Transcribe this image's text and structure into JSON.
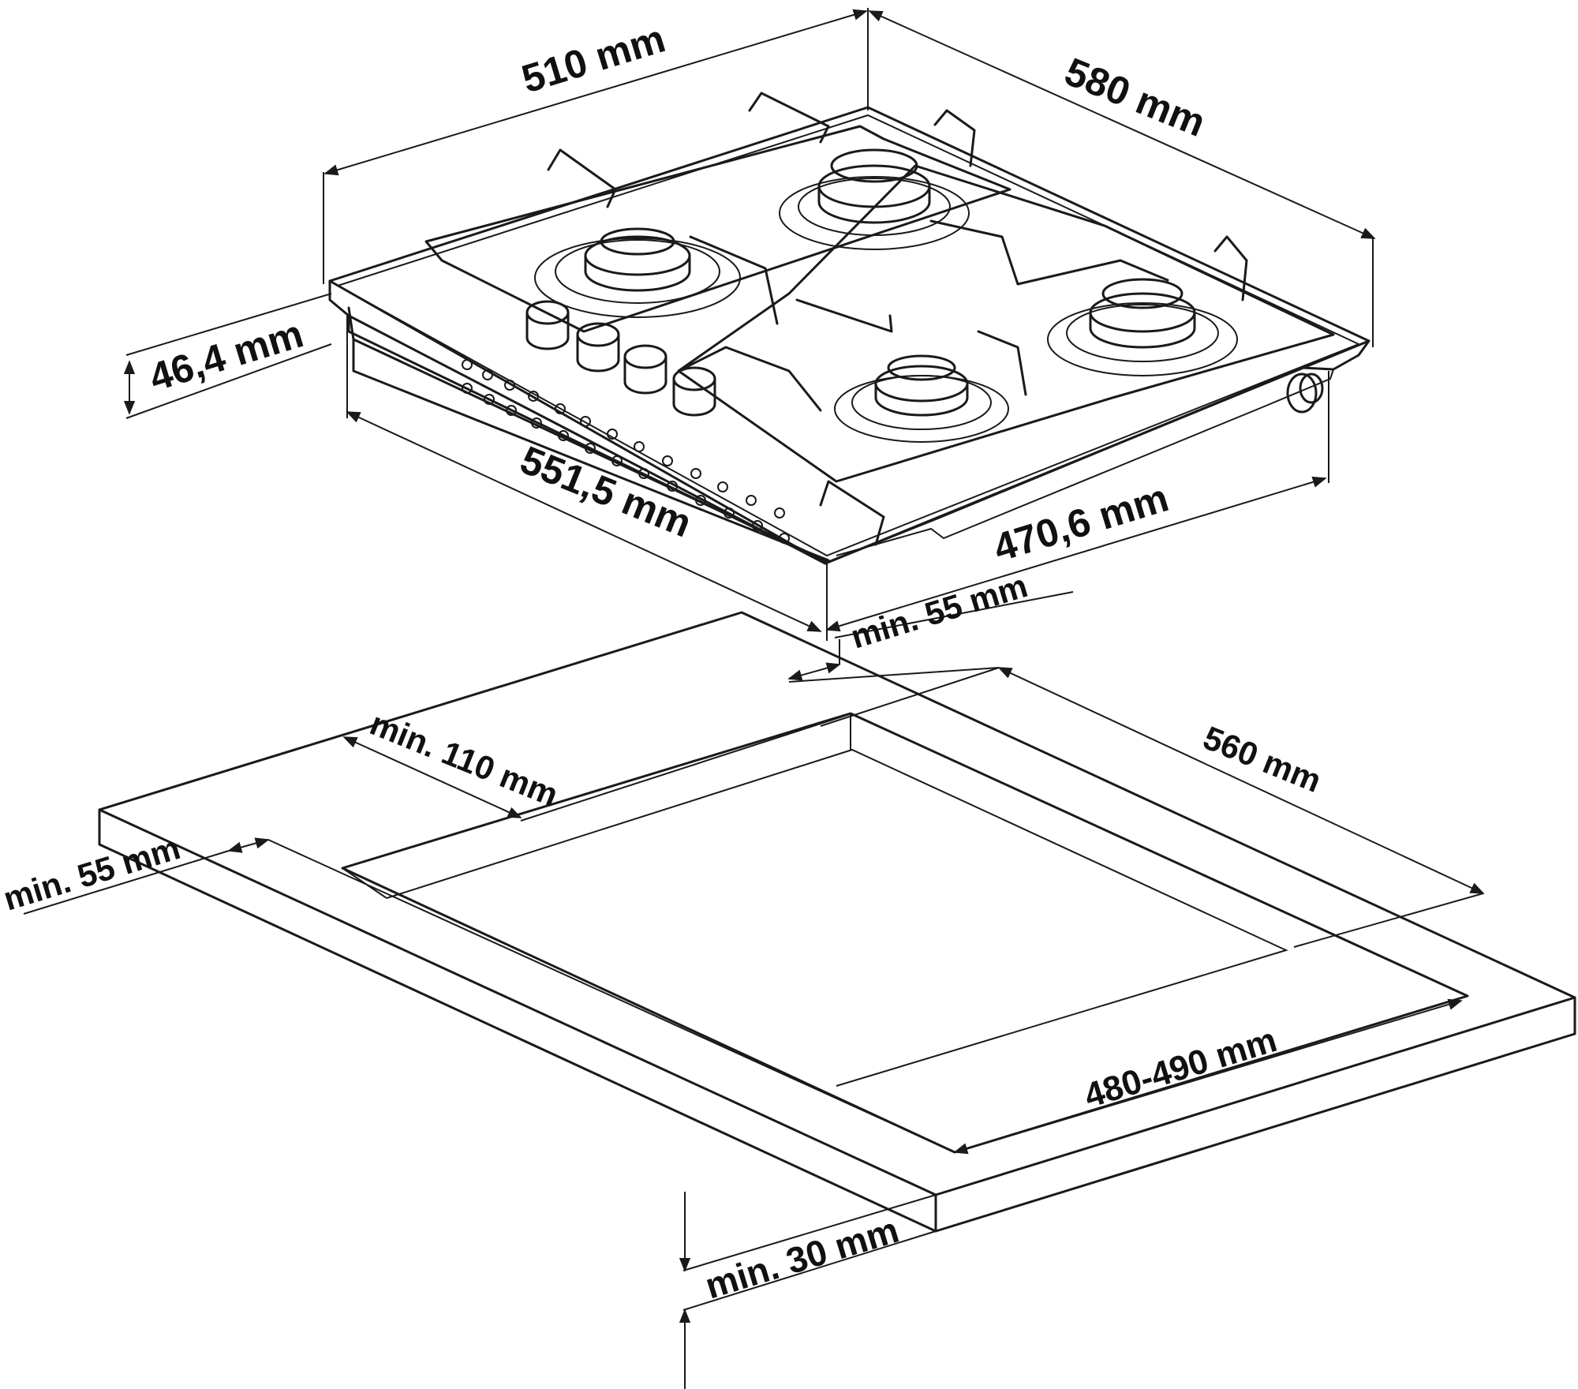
{
  "diagram": {
    "hob_dimensions": {
      "width_top": "510 mm",
      "depth_top": "580 mm",
      "height": "46,4 mm",
      "width_bottom": "551,5 mm",
      "depth_bottom": "470,6 mm",
      "front_clearance": "min. 55 mm"
    },
    "cutout_dimensions": {
      "back_clearance": "min. 110 mm",
      "side_clearance": "min. 55 mm",
      "cutout_depth": "560 mm",
      "cutout_width": "480-490 mm",
      "worktop_thickness": "min. 30 mm"
    },
    "colors": {
      "ink": "#1a1a1a",
      "background": "#ffffff"
    }
  }
}
